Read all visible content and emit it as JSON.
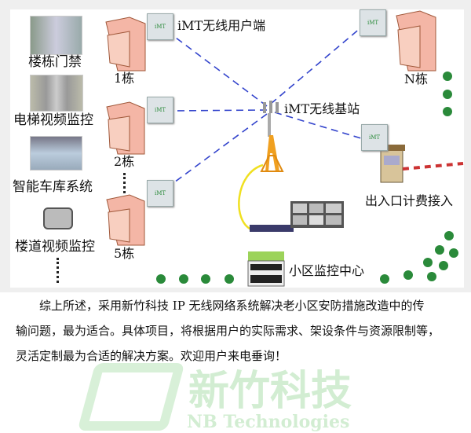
{
  "diagram": {
    "left_labels": [
      "楼栋门禁",
      "电梯视频监控",
      "智能车库系统",
      "楼道视频监控"
    ],
    "buildings": [
      "1栋",
      "2栋",
      "5栋",
      "N栋"
    ],
    "imt_box_label": "iMT",
    "user_terminal_label": "iMT无线用户端",
    "base_station_label": "iMT无线基站",
    "gate_label": "出入口计费接入",
    "control_center_label": "小区监控中心",
    "watermark": {
      "brand": "新竹科技",
      "english": "NB Technologies"
    }
  },
  "paragraph": {
    "lines": [
      "综上所述，采用新竹科技 IP 无线网络系统解决老小区安防措施改造中的传",
      "输问题，最为适合。具体项目，将根据用户的实际需求、架设条件与资源限制等，",
      "灵活定制最为合适的解决方案。欢迎用户来电垂询！"
    ]
  },
  "colors": {
    "link_line": "#3344cc",
    "building": "#f4b6a6",
    "tower": "#f0a020",
    "cable": "#f0e020"
  }
}
